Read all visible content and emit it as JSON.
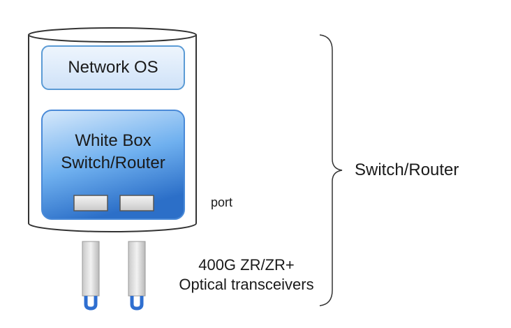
{
  "diagram": {
    "network_os_label": "Network OS",
    "white_box_label_line1": "White Box",
    "white_box_label_line2": "Switch/Router",
    "port_label": "port",
    "optical_label_line1": "400G ZR/ZR+",
    "optical_label_line2": "Optical transceivers",
    "bracket_label": "Switch/Router"
  },
  "colors": {
    "box_blue_light": "#dbeafb",
    "box_blue_dark": "#2f7fd8",
    "outline_blue": "#5b9bd5",
    "port_gray": "#d9d9d9",
    "connector_blue": "#2f6fd0"
  }
}
